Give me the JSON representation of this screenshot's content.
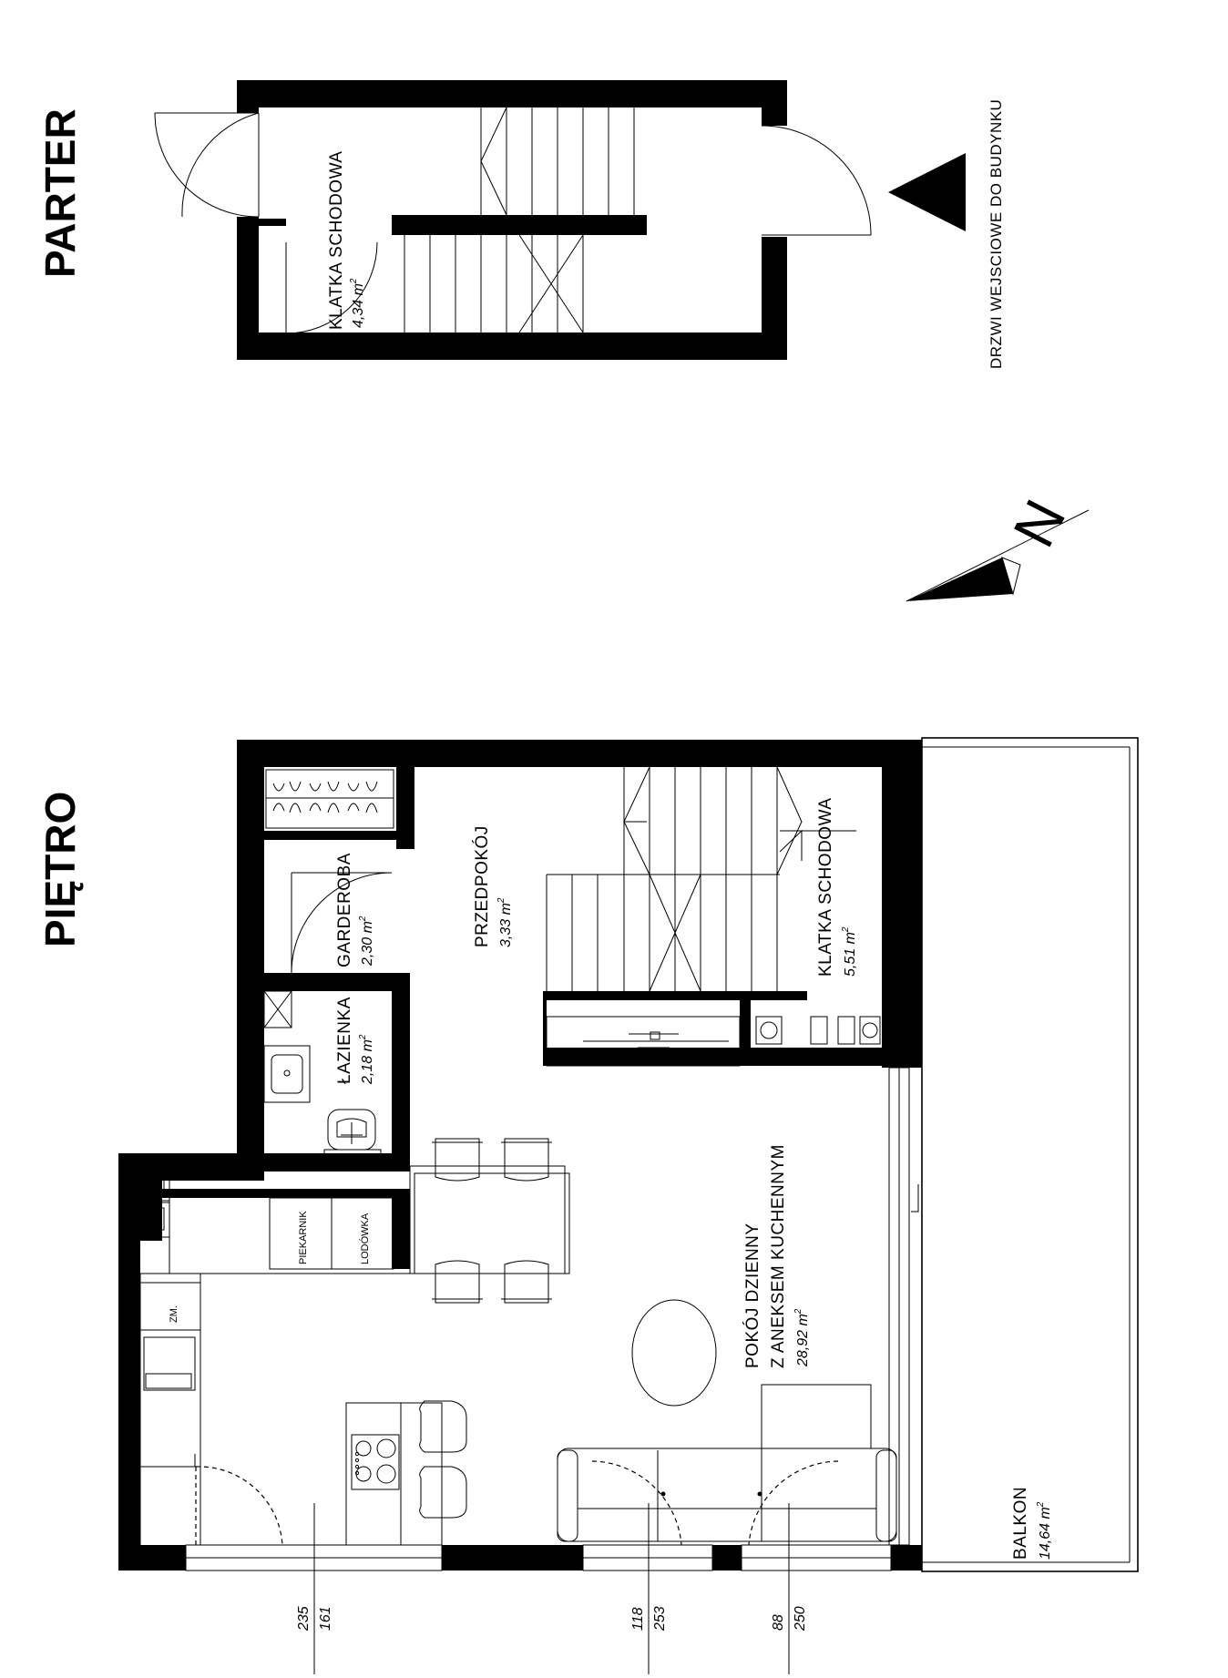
{
  "levels": {
    "ground": "PARTER",
    "first": "PIĘTRO"
  },
  "rooms": {
    "klatka_parter": {
      "name": "KLATKA SCHODOWA",
      "area": "4,34 m",
      "sup": "2"
    },
    "garderoba": {
      "name": "GARDEROBA",
      "area": "2,30 m",
      "sup": "2"
    },
    "przedpokoj": {
      "name": "PRZEDPOKÓJ",
      "area": "3,33 m",
      "sup": "2"
    },
    "klatka_pietro": {
      "name": "KLATKA SCHODOWA",
      "area": "5,51 m",
      "sup": "2"
    },
    "lazienka": {
      "name": "ŁAZIENKA",
      "area": "2,18 m",
      "sup": "2"
    },
    "pokoj": {
      "name_line1": "POKÓJ DZIENNY",
      "name_line2": "Z ANEKSEM KUCHENNYM",
      "area": "28,92 m",
      "sup": "2"
    },
    "balkon": {
      "name": "BALKON",
      "area": "14,64 m",
      "sup": "2"
    }
  },
  "appliances": {
    "piekarnik": "PIEKARNIK",
    "lodowka": "LODÓWKA",
    "zmywarka": "ZM."
  },
  "entrance_label": "DRZWI WEJSCIOWE DO BUDYNKU",
  "north_label": "N",
  "dimensions": [
    {
      "top": "235",
      "bottom": "161"
    },
    {
      "top": "118",
      "bottom": "253"
    },
    {
      "top": "88",
      "bottom": "250"
    }
  ]
}
